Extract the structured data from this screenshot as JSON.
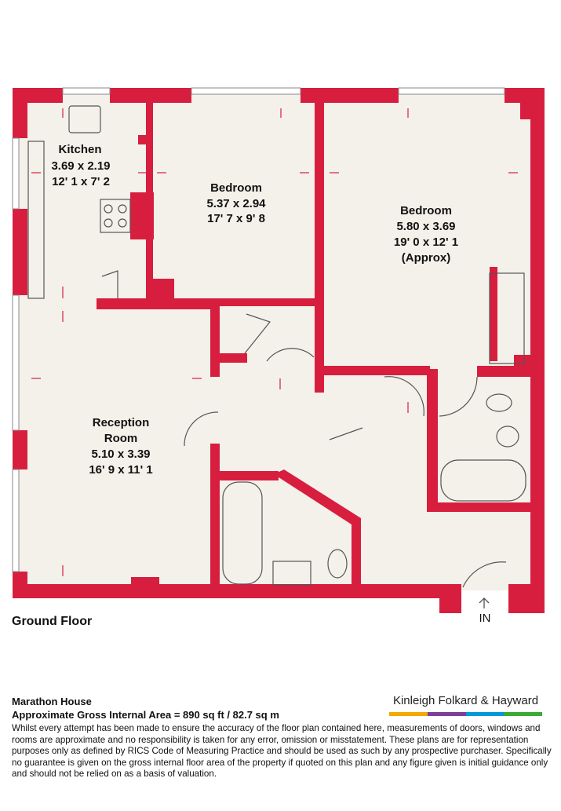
{
  "rooms": {
    "kitchen": {
      "name": "Kitchen",
      "metric": "3.69 x 2.19",
      "imperial": "12' 1 x 7' 2"
    },
    "bedroom1": {
      "name": "Bedroom",
      "metric": "5.37 x 2.94",
      "imperial": "17' 7 x 9' 8"
    },
    "bedroom2": {
      "name": "Bedroom",
      "metric": "5.80 x 3.69",
      "imperial": "19' 0 x 12' 1",
      "note": "(Approx)"
    },
    "reception": {
      "name_line1": "Reception",
      "name_line2": "Room",
      "metric": "5.10 x 3.39",
      "imperial": "16' 9 x 11' 1"
    }
  },
  "floor_label": "Ground Floor",
  "entrance_label": "IN",
  "footer": {
    "property_name": "Marathon House",
    "area": "Approximate Gross Internal Area = 890 sq ft / 82.7 sq m",
    "disclaimer": "Whilst every attempt has been made to ensure the accuracy of the floor plan contained here, measurements of doors, windows and rooms are approximate and no responsibility is taken for any error, omission or misstatement. These plans are for representation purposes only as defined by RICS Code of Measuring Practice and should be used as such by any prospective purchaser. Specifically no guarantee is given on the gross internal floor area of the property if quoted on this plan and any figure given is initial guidance only and should not be relied on as a basis of valuation."
  },
  "brand": {
    "name": "Kinleigh Folkard & Hayward",
    "stripe_colors": [
      "#f2a900",
      "#7b3f98",
      "#0099d8",
      "#3aaa35"
    ]
  },
  "colors": {
    "wall": "#d81e3f",
    "floor": "#f3f1ea",
    "fixture_line": "#555555"
  }
}
